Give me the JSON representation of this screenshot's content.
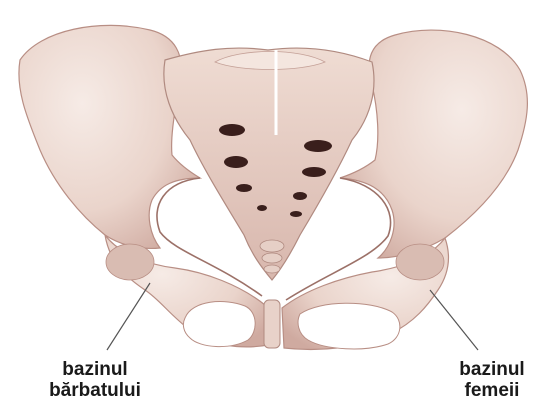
{
  "labels": {
    "male": {
      "line1": "bazinul",
      "line2": "bărbatului"
    },
    "female": {
      "line1": "bazinul",
      "line2": "femeii"
    }
  },
  "colors": {
    "background": "#ffffff",
    "bone_light": "#f1e3dc",
    "bone_mid": "#e2c6bd",
    "bone_shadow": "#c8a49b",
    "bone_dark": "#7a4a44",
    "foramen": "#3a1f1c",
    "leader_line": "#555555",
    "text": "#1a1a1a"
  }
}
